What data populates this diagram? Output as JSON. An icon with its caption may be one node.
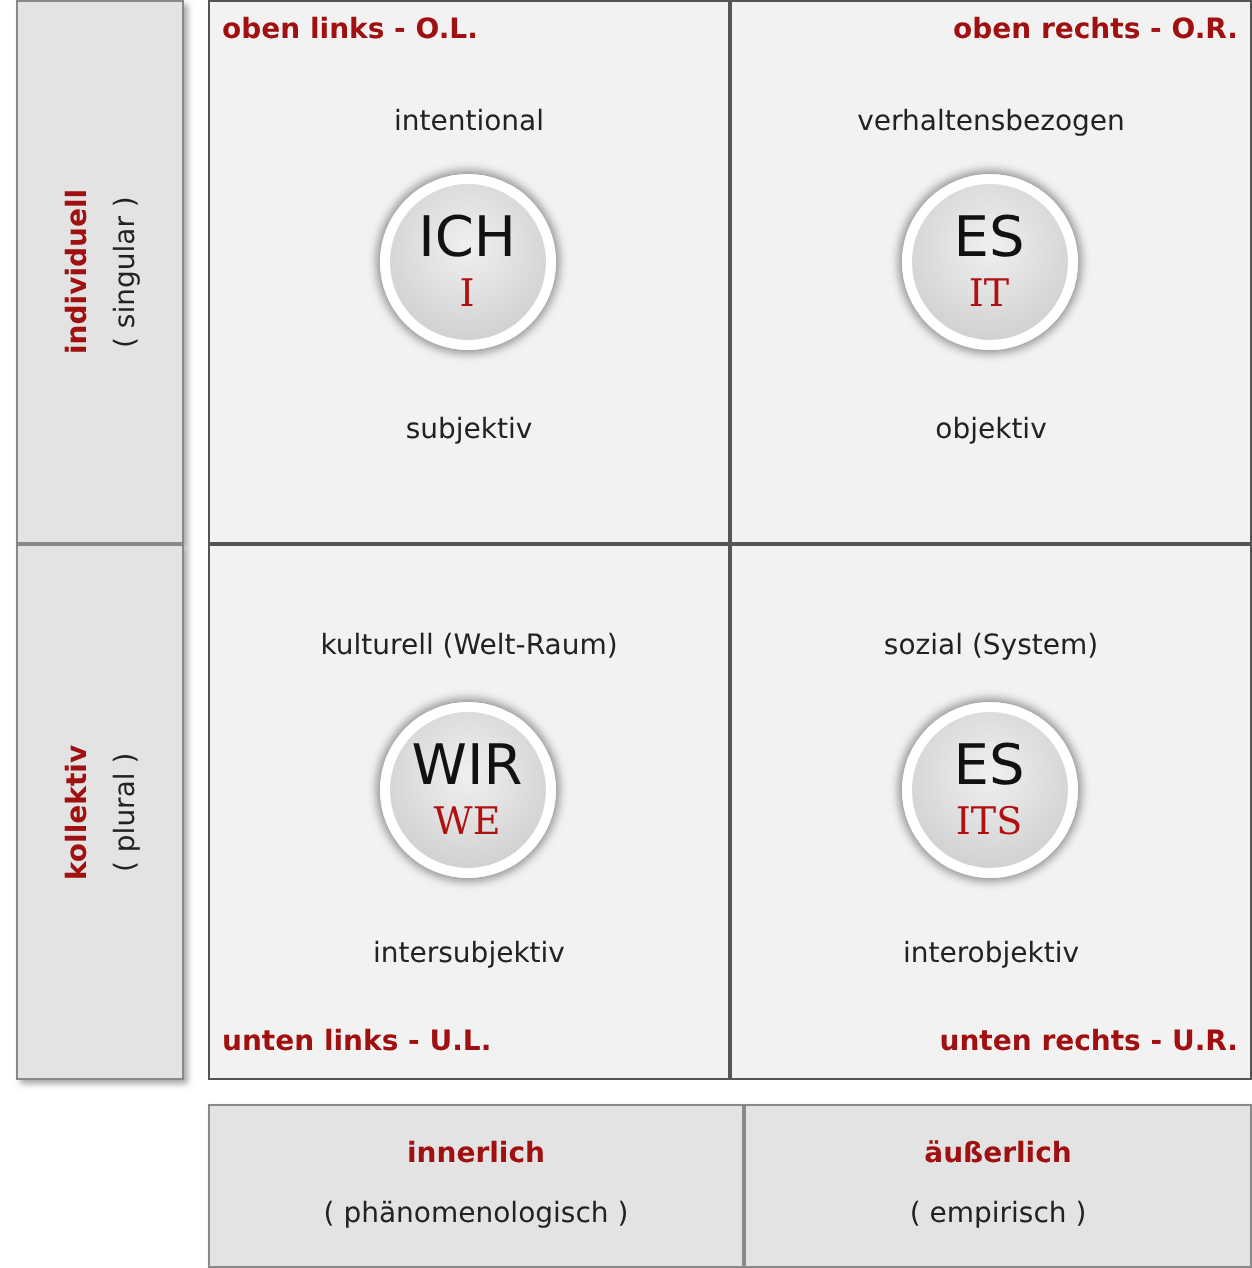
{
  "diagram": {
    "nodes": [
      {
        "text": [
          "oben links - O.L.",
          "intentional",
          "subjektiv"
        ]
      },
      {
        "text": [
          "ICH",
          "I"
        ],
        "in": 0
      },
      {
        "text": [
          "oben rechts - O.R.",
          "verhaltensbezogen",
          "objektiv"
        ]
      },
      {
        "text": [
          "ES",
          "IT"
        ],
        "in": 2
      },
      {
        "text": [
          "individuell",
          "( singular )"
        ]
      },
      {
        "text": [
          "kulturell (Welt-Raum)",
          "intersubjektiv",
          "unten links - U.L."
        ]
      },
      {
        "text": [
          "WIR",
          "WE"
        ],
        "in": 5
      },
      {
        "text": [
          "sozial (System)",
          "interobjektiv",
          "unten rechts - U.R."
        ]
      },
      {
        "text": [
          "ES",
          "ITS"
        ],
        "in": 7
      },
      {
        "text": [
          "kollektiv",
          "( plural )"
        ]
      },
      {
        "text": [
          "innerlich",
          "( phänomenologisch )"
        ]
      },
      {
        "text": [
          "äußerlich",
          "( empirisch )"
        ]
      }
    ],
    "edges": []
  }
}
